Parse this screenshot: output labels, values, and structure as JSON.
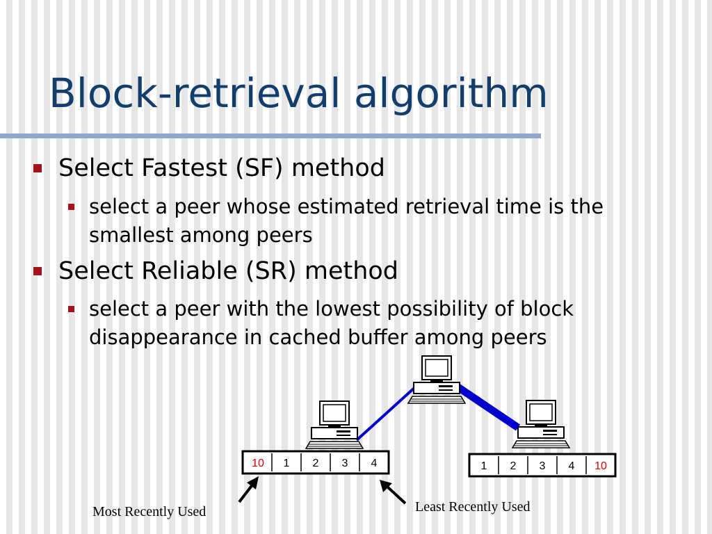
{
  "slide": {
    "title": "Block-retrieval algorithm",
    "bullets": [
      {
        "text": "Select Fastest (SF) method",
        "sub": [
          "select a peer whose estimated retrieval time is the smallest among peers"
        ]
      },
      {
        "text": "Select Reliable (SR) method",
        "sub": [
          "select a peer with the lowest possibility of block disappearance in cached buffer among peers"
        ]
      }
    ]
  },
  "diagram": {
    "left_buffer": [
      "10",
      "1",
      "2",
      "3",
      "4"
    ],
    "right_buffer": [
      "1",
      "2",
      "3",
      "4",
      "10"
    ],
    "highlight_value": "10",
    "caption_left": "Most Recently Used",
    "caption_right": "Least Recently Used",
    "colors": {
      "link": "#0000cc",
      "highlight_text": "#dd0000",
      "title": "#123e6e",
      "bullet": "#a0141a",
      "rule": "#8da9c7"
    },
    "icons": [
      "computer-icon",
      "computer-icon",
      "computer-icon",
      "arrow-icon",
      "arrow-icon"
    ]
  }
}
